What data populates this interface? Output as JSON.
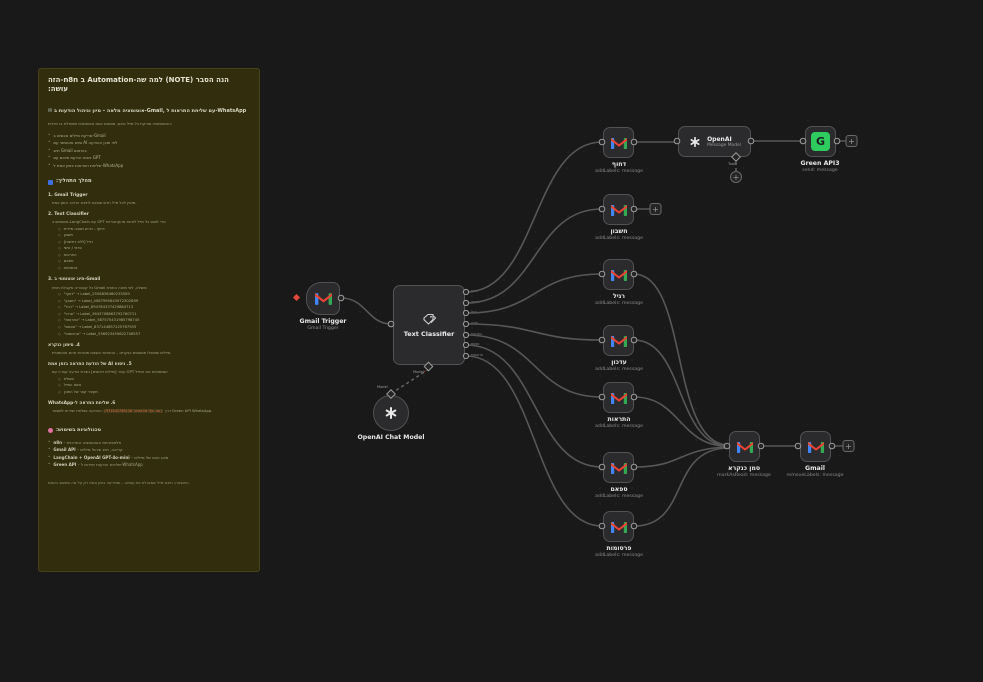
{
  "note": {
    "title": "הנה הסבר (NOTE) למה שה-Automation ב n8n-הזה עושה:",
    "subtitle": "אוטומציה מלאה – מיון וניהול הודעות ב-Gmail, עם שליחת התראות ל-WhatsApp",
    "intro": "האוטומציה סורקת כל מייל נכנס, מסווגת אותו אוטומטית ומטפלת בו מיידית:",
    "bullets": [
      "סריקת מיילים נכנסים ב-Gmail",
      "סיווג אוטומטי עם AI לפי תוכן ההודעה",
      "תיוג Gmail בהתאם",
      "ניסוח הודעת סיכום עם GPT",
      "שליחת התראות בזמן אמת ל-WhatsApp"
    ],
    "flow_heading": "מהלך התהליך:",
    "steps": [
      {
        "title": "1. Gmail Trigger",
        "desc": "מאזין לכל מייל חדש שנכנס לתיבת הדואר בזמן אמת."
      },
      {
        "title": "2. Text Classifier",
        "desc": "משתמש ב-LangChain עם GPT כדי לסווג כל מייל לאחת מהקטגוריות:",
        "items": [
          "דחוף – דורש תגובה מיידית",
          "חשבון",
          "רגיל [ללא דחיפות]",
          "פרטי / אישי",
          "התראות",
          "ספאם",
          "פרסומות"
        ]
      },
      {
        "title": "3. תיוג אוטומטי ב-Gmail",
        "desc": "כל קטגוריה מקבלת תווית Gmail משלה, לפי מזהה התווית:",
        "items": [
          "\"דחוף\" → Label_2556836460235509",
          "\"חשבון\" → Label_4087995643972302899",
          "\"רגיל\" → Label_894764337429884713",
          "\"פרטי\" → Label_3643708863792760711",
          "\"התראות\" → Label_587575431985798745",
          "\"ספאם\" → Label_837144857225767593",
          "\"פרסומות\" → Label_556923459822706557"
        ]
      },
      {
        "title": "4. סימון כנקרא",
        "desc": "מיילים שטופלו מסומנים כנקראו – והתוויות הישנות מוסרות מהם אוטומטית."
      },
      {
        "title": "5. ניסוח AI של הודעת התראה בזמן אמת",
        "desc": "עבור [מיילים דחופים] נוצרת הודעה קצרה עם GPT שמסכמת את המייל:",
        "items": [
          "השולח",
          "נושא המייל",
          "תקציר קצר של התוכן"
        ]
      },
      {
        "title": "6. שליחת התראה ל-WhatsApp",
        "desc_pre": "ההודעה נשלחת ישירות למספר ",
        "code": "(972542709120'chatId'@c.us)",
        "desc_post": " דרך Green API WhatsApp."
      }
    ],
    "tech_heading": "טכנולוגיות בשימוש:",
    "tech": [
      {
        "name": "n8n",
        "desc": "– פלטפורמת האוטומציה המרכזית"
      },
      {
        "name": "Gmail API",
        "desc": "– קריאה, תיוג וניהול מיילים"
      },
      {
        "name": "LangChain + OpenAI GPT-4o-mini",
        "desc": "– סיווג חכם של מיילים"
      },
      {
        "name": "Green API",
        "desc": "– שליחת הודעות ישירות ל-WhatsApp"
      }
    ],
    "footer": "התוצאה: תיבת מייל שמנהלת את עצמה – ומתריעה בזמן אמת רק על מה שחשוב באמת."
  },
  "nodes": {
    "gmail_trigger": {
      "title": "Gmail Trigger",
      "subtitle": "Gmail Trigger"
    },
    "text_classifier": {
      "title": "Text Classifier"
    },
    "openai_chat_model": {
      "title": "OpenAI Chat Model"
    },
    "categories": [
      {
        "label": "דחוף",
        "sub": "addLabels: message"
      },
      {
        "label": "חשבון",
        "sub": "addLabels: message"
      },
      {
        "label": "רגיל",
        "sub": "addLabels: message"
      },
      {
        "label": "עדכון",
        "sub": "addLabels: message"
      },
      {
        "label": "התראות",
        "sub": "addLabels: message"
      },
      {
        "label": "ספאם",
        "sub": "addLabels: message"
      },
      {
        "label": "פרסומות",
        "sub": "addLabels: message"
      }
    ],
    "openai": {
      "title": "OpenAI",
      "subtitle": "Message Model"
    },
    "green_api": {
      "title": "Green API3",
      "subtitle": "send: message"
    },
    "mark_read": {
      "title": "סמן כנקרא",
      "subtitle": "markAsRead: message"
    },
    "gmail_remove": {
      "title": "Gmail",
      "subtitle": "removeLabels: message"
    }
  },
  "labels": {
    "model": "Model",
    "model_required": "Model*",
    "tools": "Tools",
    "plus": "+"
  }
}
